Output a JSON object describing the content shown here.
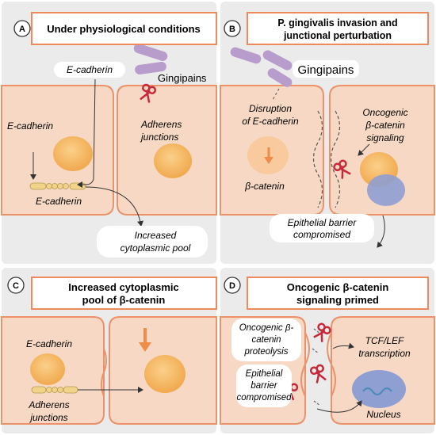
{
  "panel_a": {
    "letter": "A",
    "title": "Under physiological conditions",
    "label_ecad_top": "E-cadherin",
    "label_gingipains": "Gingipains",
    "label_ecad_left": "E-cadherin",
    "label_adherens": [
      "Adherens",
      "junctions"
    ],
    "label_ecad_bottom": "E-cadherin",
    "label_pool": [
      "Increased",
      "cytoplasmic pool"
    ]
  },
  "panel_b": {
    "letter": "B",
    "title": [
      "P. gingivalis invasion and",
      "junctional perturbation"
    ],
    "label_gingipains": "Gingipains",
    "label_disruption": [
      "Disruption",
      "of E-cadherin"
    ],
    "label_oncogenic": [
      "Oncogenic",
      "β-catenin",
      "signaling"
    ],
    "label_bcatenin": "β-catenin",
    "label_barrier": [
      "Epithelial barrier",
      "compromised"
    ]
  },
  "panel_c": {
    "letter": "C",
    "title": [
      "Increased cytoplasmic",
      "pool of β-catenin"
    ],
    "label_ecad": "E-cadherin",
    "label_adherens": [
      "Adherens",
      "junctions"
    ]
  },
  "panel_d": {
    "letter": "D",
    "title": [
      "Oncogenic β-catenin",
      "signaling primed"
    ],
    "label_proteolysis": [
      "Oncogenic β-",
      "catenin",
      "proteolysis"
    ],
    "label_barrier": [
      "Epithelial",
      "barrier",
      "compromised"
    ],
    "label_tcf": [
      "TCF/LEF",
      "transcription"
    ],
    "label_nucleus": "Nucleus"
  },
  "colors": {
    "panel_bg": "#ebebeb",
    "cell_fill": "#f6d8c4",
    "cell_stroke": "#ec9168",
    "title_border": "#ee8a5e",
    "nucleus": "#f3b35e",
    "blue_nucleus": "#8f9fd2",
    "bacteria": "#b89ccb",
    "scissors": "#c62a3a",
    "arrow_orange": "#ef8c48"
  }
}
